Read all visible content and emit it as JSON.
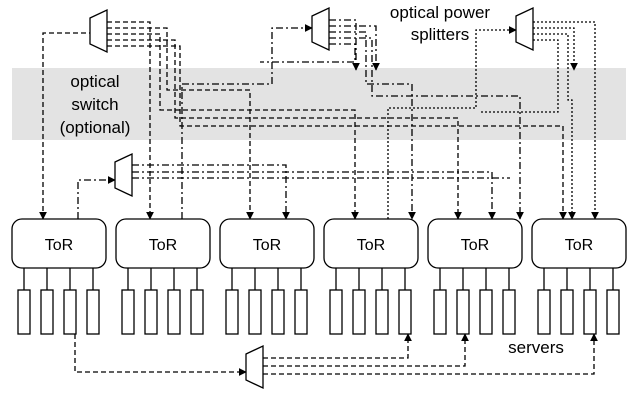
{
  "labels": {
    "switch_line1": "optical",
    "switch_line2": "switch",
    "switch_line3": "(optional)",
    "splitters_line1": "optical power",
    "splitters_line2": "splitters",
    "servers": "servers"
  },
  "tor_label": "ToR",
  "tor_count": 6,
  "servers_per_tor": 4,
  "colors": {
    "switch_band": "#e3e3e3",
    "stroke": "#000000"
  }
}
